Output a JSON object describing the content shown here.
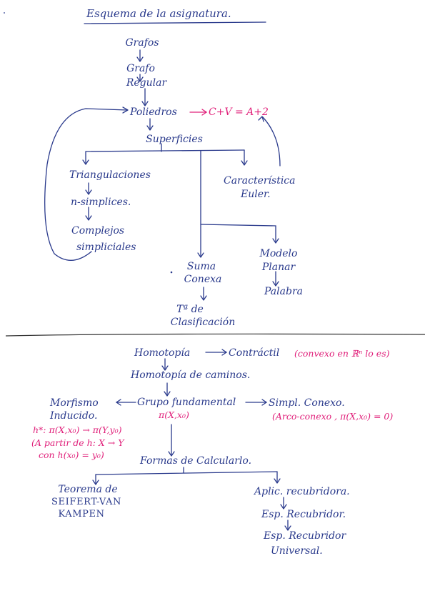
{
  "title": "Esquema de la asignatura.",
  "top": {
    "grafos": "Grafos",
    "grafo": "Grafo",
    "regular": "Regular",
    "poliedros": "Poliedros",
    "formula": "C+V = A+2",
    "superficies": "Superficies",
    "triangulaciones": "Triangulaciones",
    "n_simplices": "n-simplices.",
    "complejos_1": "Complejos",
    "complejos_2": "simpliciales",
    "caracteristica_1": "Característica",
    "caracteristica_2": "Euler.",
    "suma_1": "Suma",
    "suma_2": "Conexa",
    "modelo_1": "Modelo",
    "modelo_2": "Planar",
    "palabra": "Palabra",
    "teorema_1": "Tª de",
    "teorema_2": "Clasificación"
  },
  "bottom": {
    "homotopia": "Homotopía",
    "contractil": "Contráctil",
    "contractil_note": "(convexo en ℝⁿ lo es)",
    "homotopia_caminos": "Homotopía de caminos.",
    "grupo": "Grupo fundamental",
    "grupo_sub": "π(X,x₀)",
    "simpl_conexo": "Simpl. Conexo.",
    "simpl_note": "(Arco-conexo , π(X,x₀) = 0)",
    "morfismo_1": "Morfismo",
    "morfismo_2": "Inducido.",
    "morfismo_note_1": "h*: π(X,x₀) → π(Y,y₀)",
    "morfismo_note_2": "(A partir de h: X → Y",
    "morfismo_note_3": "con h(x₀) = y₀)",
    "formas": "Formas de Calcularlo.",
    "seifert_1": "Teorema de",
    "seifert_2": "SEIFERT-VAN",
    "seifert_3": "KAMPEN",
    "aplic": "Aplic. recubridora.",
    "esp_rec": "Esp. Recubridor.",
    "esp_univ_1": "Esp. Recubridor",
    "esp_univ_2": "Universal."
  },
  "colors": {
    "ink": "#2a3a8c",
    "accent": "#e0207a",
    "rule": "#333333"
  }
}
